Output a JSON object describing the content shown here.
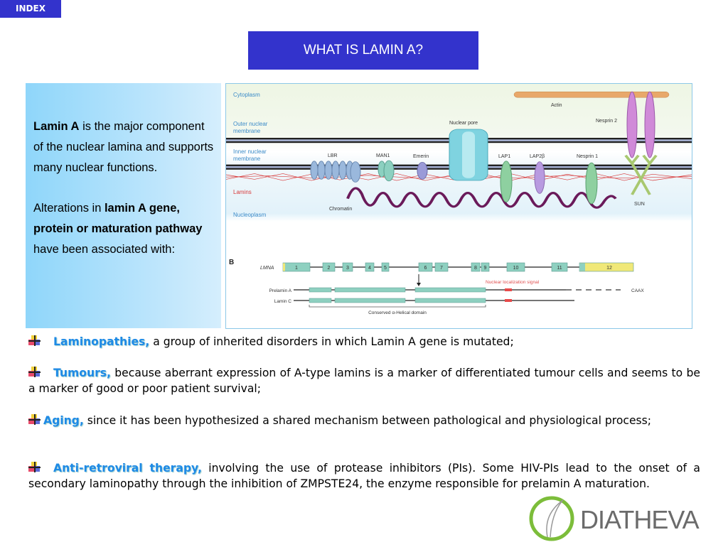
{
  "nav": {
    "index_label": "INDEX"
  },
  "title": "WHAT IS LAMIN A?",
  "left_panel": {
    "p1_bold": "Lamin A",
    "p1_rest": " is the major component of the nuclear lamina and supports many nuclear functions.",
    "p2_a": "Alterations in ",
    "p2_bold": "lamin A gene, protein or maturation pathway",
    "p2_rest": " have been associated with:"
  },
  "figure": {
    "labels": {
      "cytoplasm": "Cytoplasm",
      "outer1": "Outer nuclear",
      "outer2": "membrane",
      "inner1": "Inner nuclear",
      "inner2": "membrane",
      "lamins": "Lamins",
      "nucleoplasm": "Nucleoplasm",
      "actin": "Actin",
      "nuclear_pore": "Nuclear pore",
      "nesprin2": "Nesprin 2",
      "lbr": "LBR",
      "man1": "MAN1",
      "emerin": "Emerin",
      "lap1": "LAP1",
      "lap2b": "LAP2β",
      "nesprin1": "Nesprin 1",
      "chromatin": "Chromatin",
      "sun": "SUN",
      "panel_b": "B",
      "lmna": "LMNA",
      "prelamin_a": "Prelamin A",
      "lamin_c": "Lamin C",
      "caax": "CAAX",
      "nls": "Nuclear localization signal",
      "helical": "Conserved α-Helical domain"
    },
    "exons": [
      "1",
      "2",
      "3",
      "4",
      "5",
      "6",
      "7",
      "8",
      "9",
      "10",
      "11",
      "12"
    ]
  },
  "bullets": [
    {
      "icon": "bullet-icon",
      "term": "Laminopathies,",
      "text": " a group of inherited disorders in which Lamin A gene is mutated;"
    },
    {
      "icon": "bullet-icon",
      "term": "Tumours,",
      "text": " because aberrant expression of A-type lamins is a marker of differentiated tumour cells and seems to be a marker of good or poor patient survival;"
    },
    {
      "icon": "bullet-icon",
      "term": "Aging,",
      "text": " since it has been hypothesized a shared mechanism between pathological and physiological process;"
    },
    {
      "icon": "bullet-icon",
      "term": "Anti-retroviral therapy,",
      "text": " involving the use of protease inhibitors (PIs). Some HIV-PIs lead to the onset of a secondary laminopathy through the inhibition of ZMPSTE24, the enzyme responsible for prelamin A maturation."
    }
  ],
  "logo": {
    "text": "DIATHEVA"
  },
  "colors": {
    "title_bg": "#3333cc",
    "highlight": "#1e8ae6",
    "logo_green": "#7cbd3a",
    "logo_gray": "#6b6b6b"
  }
}
